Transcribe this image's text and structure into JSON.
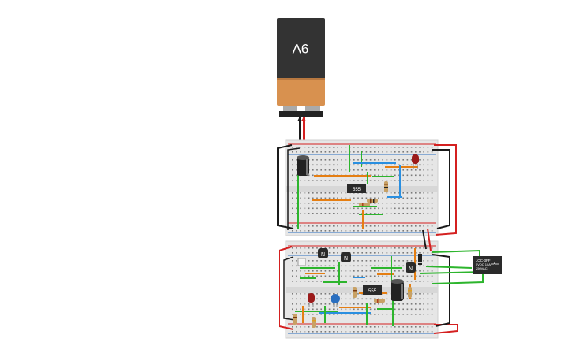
{
  "battery": {
    "label": "9V"
  },
  "chips": {
    "top_555": "555",
    "bottom_555": "555"
  },
  "transistors": {
    "t1": "N",
    "t2": "N",
    "t3": "N"
  },
  "relay": {
    "line1": "JQC-3FF",
    "line2": "5VDC 10A",
    "line3": "250VAC"
  },
  "colors": {
    "wire_red": "#d42020",
    "wire_black": "#1a1a1a",
    "wire_green": "#2db52d",
    "wire_blue": "#2a8fe0",
    "wire_orange": "#e57e12",
    "breadboard": "#e6e6e6",
    "battery_top": "#333333",
    "battery_bottom": "#d8914f"
  }
}
